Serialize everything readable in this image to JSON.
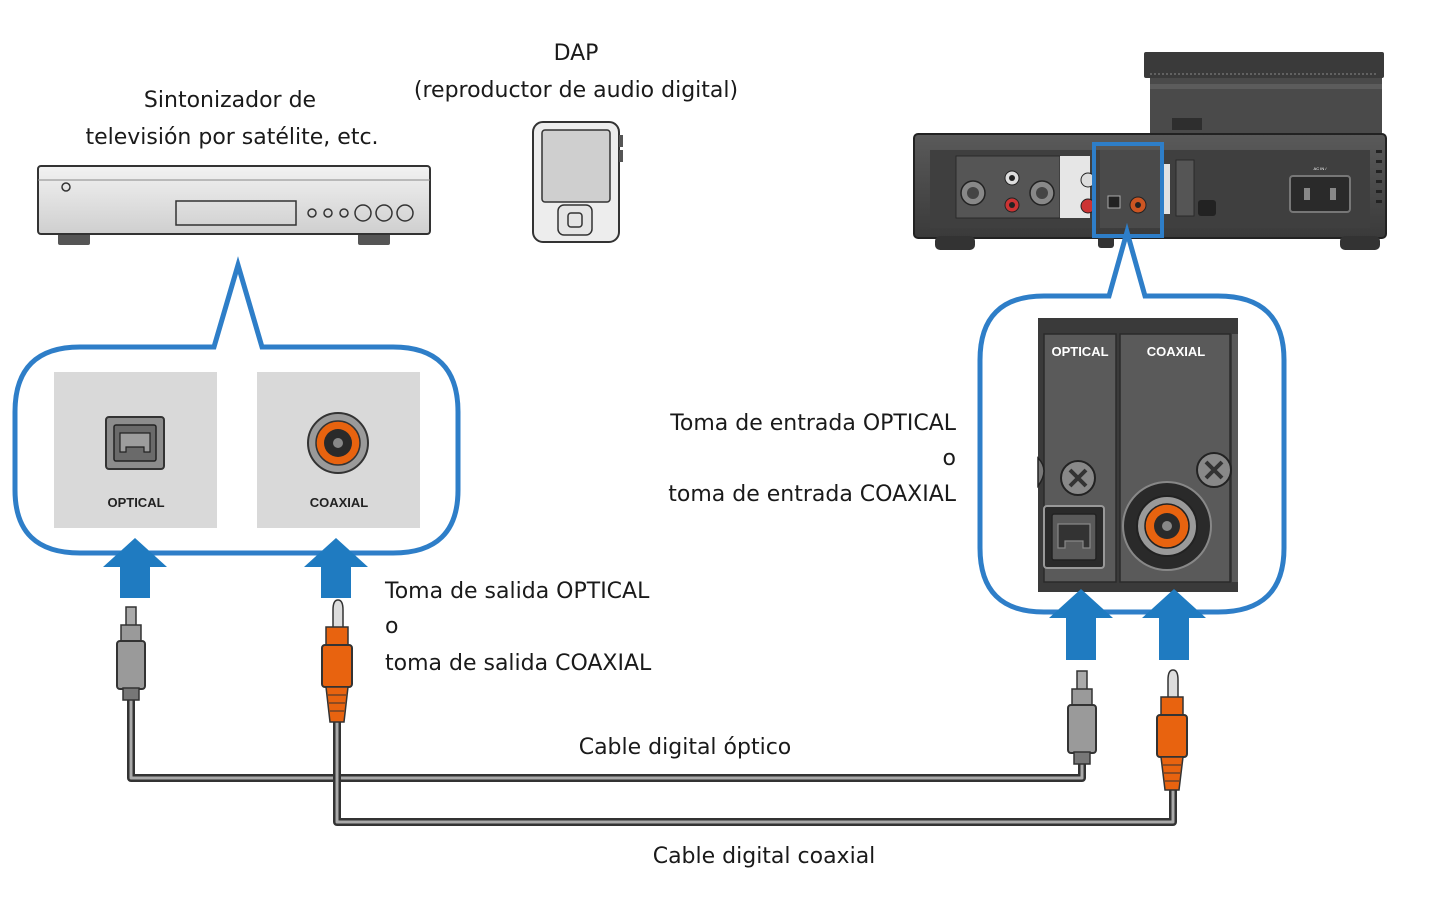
{
  "devices": {
    "tuner_label_line1": "Sintonizador de",
    "tuner_label_line2": "televisión por satélite, etc.",
    "dap_label_line1": "DAP",
    "dap_label_line2": "(reproductor de audio digital)"
  },
  "source_panel": {
    "optical_label": "OPTICAL",
    "coaxial_label": "COAXIAL"
  },
  "output_jack_note": {
    "line1": "Toma de salida OPTICAL",
    "line2": "o",
    "line3": "toma de salida COAXIAL"
  },
  "input_jack_note": {
    "line1": "Toma de entrada OPTICAL",
    "line2": "o",
    "line3": "toma de entrada COAXIAL"
  },
  "amp_panel": {
    "optical_label": "OPTICAL",
    "coaxial_label": "COAXIAL"
  },
  "amp_rear": {
    "ac_in_label": "AC IN /"
  },
  "cables": {
    "optical_cable_label": "Cable digital óptico",
    "coaxial_cable_label": "Cable digital coaxial"
  },
  "colors": {
    "callout_blue": "#2e7ec8",
    "arrow_blue": "#1f7bc1",
    "coax_orange": "#e8630f",
    "optical_gray": "#9a9a9a",
    "panel_gray": "#d9d9d9",
    "device_dark": "#3a3a3a"
  }
}
